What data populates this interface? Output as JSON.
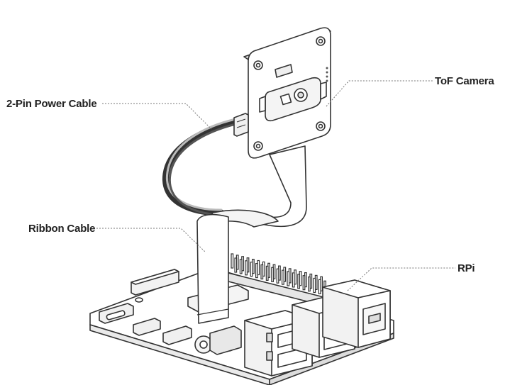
{
  "labels": {
    "tof_camera": "ToF Camera",
    "power_cable": "2-Pin Power Cable",
    "ribbon_cable": "Ribbon Cable",
    "rpi": "RPi"
  },
  "colors": {
    "line": "#333333",
    "leader": "#777777",
    "fill_light": "#ffffff",
    "fill_shade": "#e6e6e6",
    "wire_dark": "#555555",
    "wire_light": "#bbbbbb"
  }
}
